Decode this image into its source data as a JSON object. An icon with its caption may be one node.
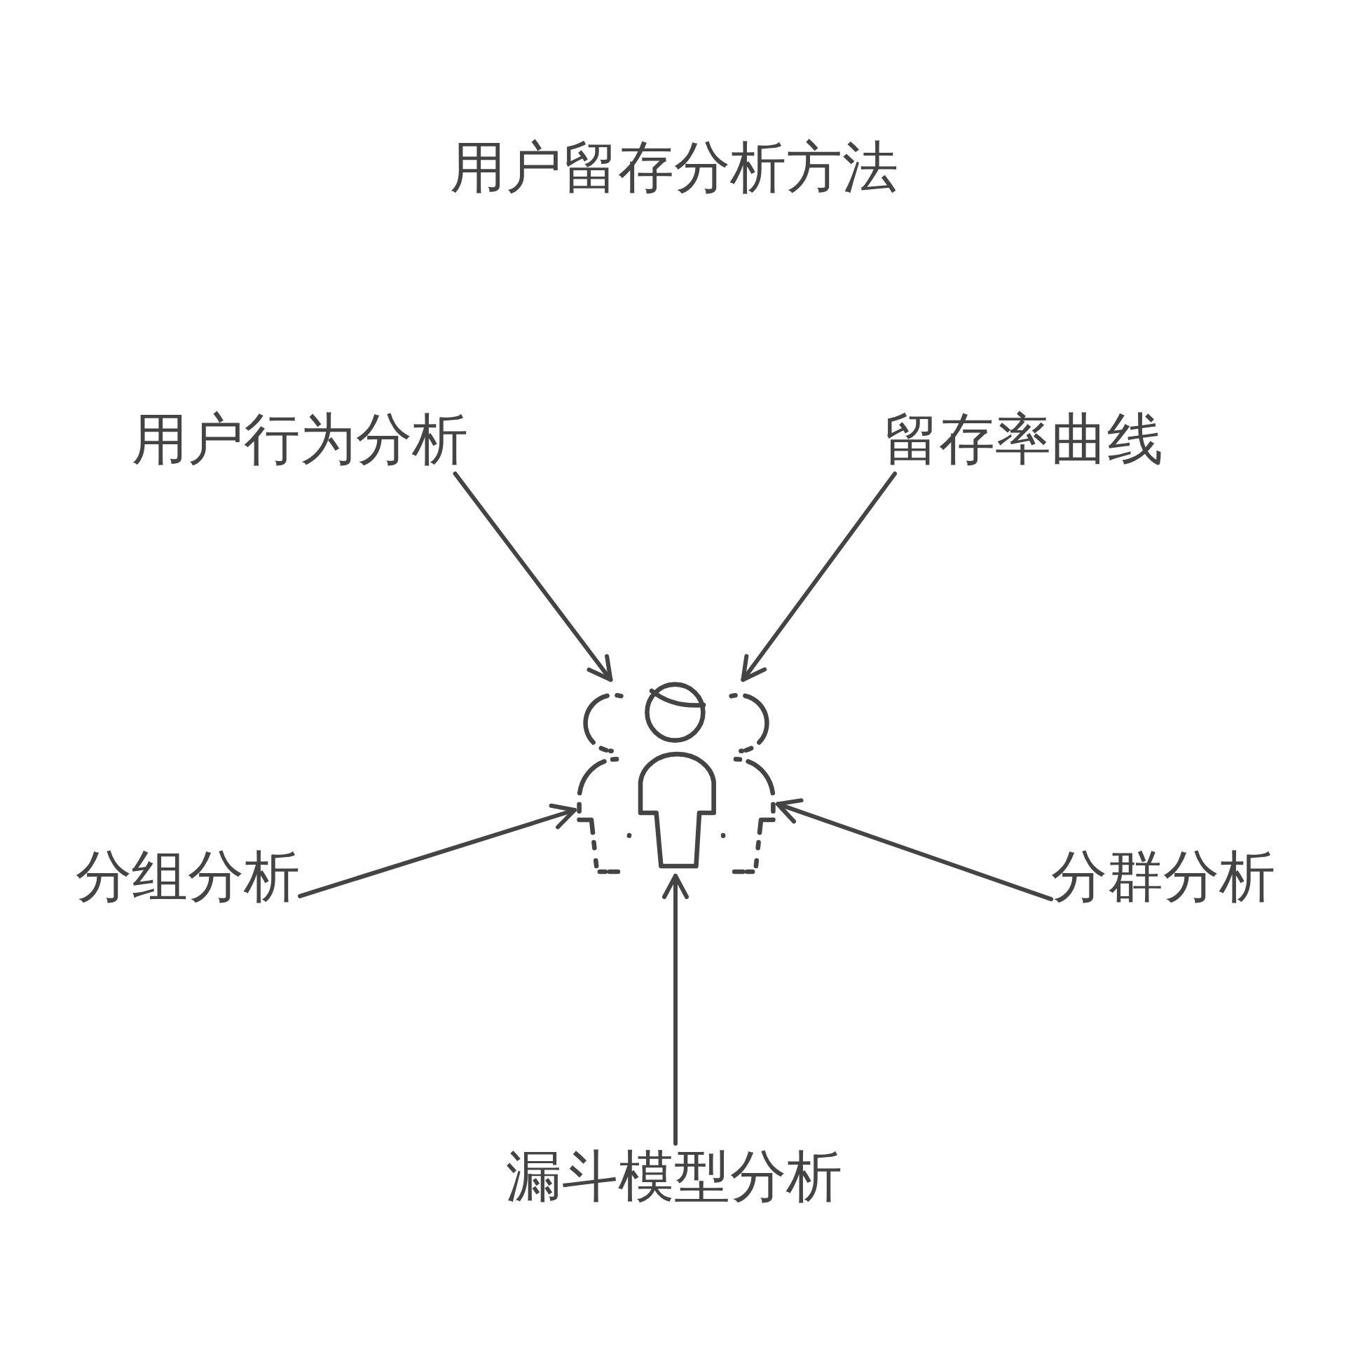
{
  "diagram": {
    "title": "用户留存分析方法",
    "nodes": [
      {
        "text": [
          "用户行为分析"
        ]
      },
      {
        "text": [
          "留存率曲线"
        ]
      },
      {
        "text": [],
        "shape": "picture"
      },
      {
        "text": [
          "分组分析"
        ]
      },
      {
        "text": [
          "分群分析"
        ]
      },
      {
        "text": [
          "漏斗模型分析"
        ]
      }
    ],
    "edges": [
      {
        "from": 0,
        "to": 2,
        "arrow": "to"
      },
      {
        "from": 1,
        "to": 2,
        "arrow": "to"
      },
      {
        "from": 3,
        "to": 2,
        "arrow": "to"
      },
      {
        "from": 4,
        "to": 2,
        "arrow": "to"
      },
      {
        "from": 5,
        "to": 2,
        "arrow": "to"
      }
    ]
  }
}
